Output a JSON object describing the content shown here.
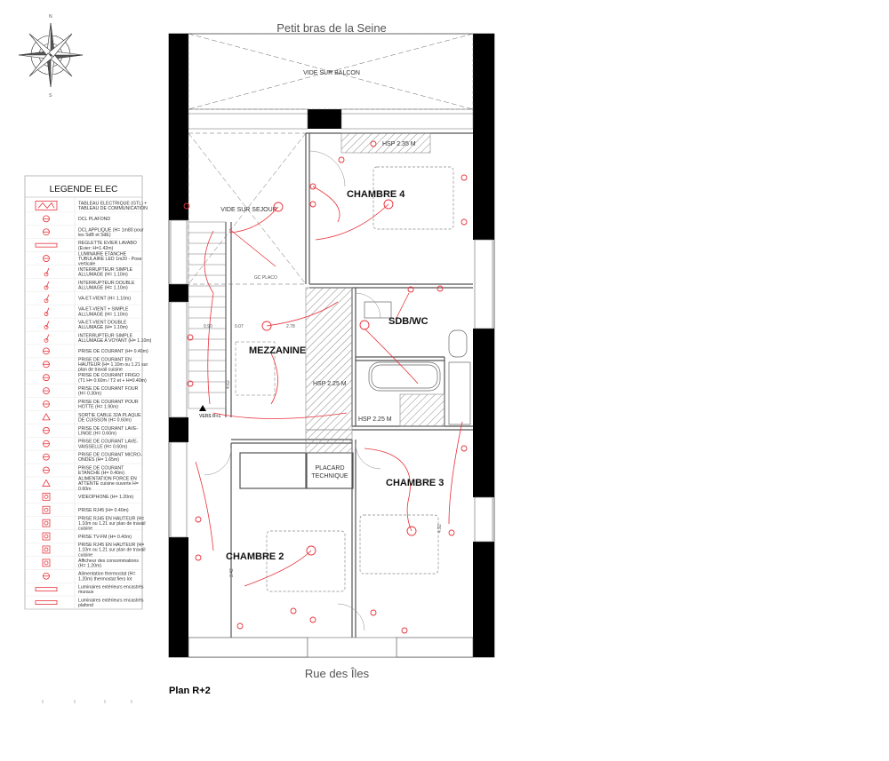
{
  "streets": {
    "top": "Petit bras de la Seine",
    "bottom": "Rue des Îles"
  },
  "plan_title": "Plan R+2",
  "rooms": {
    "vide_balcon": "VIDE SUR BALCON",
    "vide_sejour": "VIDE SUR SEJOUR",
    "chambre4": "CHAMBRE 4",
    "mezzanine": "MEZZANINE",
    "sdb": "SDB/WC",
    "chambre3": "CHAMBRE 3",
    "chambre2": "CHAMBRE 2",
    "placard": "PLACARD",
    "technique": "TECHNIQUE",
    "vers_r1": "VERS R+1",
    "hsp1": "HSP 2.35 M",
    "hsp2": "HSP 2.25 M",
    "hsp3": "HSP 2.25 M",
    "gc_placo": "GC PLACO"
  },
  "dimensions": [
    "0.90",
    "0.07",
    "2.78",
    "4.62",
    "4.92",
    "3.42"
  ],
  "legend": {
    "title": "LEGENDE ELEC",
    "items": [
      {
        "symbol": "panel",
        "text": [
          "TABLEAU ELECTRIQUE (GTL) +",
          "TABLEAU DE COMMUNICATION"
        ]
      },
      {
        "symbol": "dcl",
        "text": [
          "DCL PLAFOND"
        ]
      },
      {
        "symbol": "dcl-applique",
        "text": [
          "DCL APPLIQUE (H= 1m80 pour",
          "les SdB et SdE)"
        ]
      },
      {
        "symbol": "reglette",
        "text": [
          "REGLETTE EVIER LAVABO",
          "(Evier: H=1.42m)"
        ]
      },
      {
        "symbol": "luminaire",
        "text": [
          "LUMINAIRE ETANCHE",
          "TUBULAIRE LED 1m20 - Pose",
          "verticale"
        ]
      },
      {
        "symbol": "switch",
        "text": [
          "INTERRUPTEUR SIMPLE",
          "ALLUMAGE (H= 1.10m)"
        ]
      },
      {
        "symbol": "switch-double",
        "text": [
          "INTERRUPTEUR DOUBLE",
          "ALLUMAGE (H= 1.10m)"
        ]
      },
      {
        "symbol": "va-et-vient",
        "text": [
          "VA-ET-VIENT (H= 1.10m)"
        ]
      },
      {
        "symbol": "vv-simple",
        "text": [
          "VA-ET-VIENT + SIMPLE",
          "ALLUMAGE (H= 1.10m)"
        ]
      },
      {
        "symbol": "vv-double",
        "text": [
          "VA-ET-VIENT DOUBLE",
          "ALLUMAGE (H= 1.10m)"
        ]
      },
      {
        "symbol": "voyant",
        "text": [
          "INTERRUPTEUR SIMPLE",
          "ALLUMAGE A VOYANT (H= 1.10m)"
        ]
      },
      {
        "symbol": "prise",
        "text": [
          "PRISE DE COURANT (H= 0.40m)"
        ]
      },
      {
        "symbol": "prise-haut",
        "text": [
          "PRISE DE COURANT EN",
          "HAUTEUR (H= 1.10m ou 1.21 sur",
          "plan de travail cuisine"
        ]
      },
      {
        "symbol": "prise-frigo",
        "text": [
          "PRISE DE COURANT FRIGO",
          "(T1 H= 0.60m / T2 et + H=0.40m)"
        ]
      },
      {
        "symbol": "prise-four",
        "text": [
          "PRISE DE COURANT FOUR",
          "(H= 0.30m)"
        ]
      },
      {
        "symbol": "prise-hotte",
        "text": [
          "PRISE DE COURANT POUR",
          "HOTTE (H= 1.90m)"
        ]
      },
      {
        "symbol": "cable",
        "text": [
          "SORTIE CABLE 32A PLAQUE",
          "DE CUISSON (H= 0.60m)"
        ]
      },
      {
        "symbol": "lave-linge",
        "text": [
          "PRISE DE COURANT LAVE-",
          "LINGE (H= 0.60m)"
        ]
      },
      {
        "symbol": "lave-vaisselle",
        "text": [
          "PRISE DE COURANT LAVE-",
          "VAISSELLE (H= 0.60m)"
        ]
      },
      {
        "symbol": "micro-ondes",
        "text": [
          "PRISE DE COURANT MICRO-",
          "ONDES (H= 1.65m)"
        ]
      },
      {
        "symbol": "etanche",
        "text": [
          "PRISE DE COURANT",
          "ETANCHE (H= 0.40m)"
        ]
      },
      {
        "symbol": "attente",
        "text": [
          "ALIMENTATION FORCE EN",
          "ATTENTE cuisine ouverte H=",
          "0.60m"
        ]
      },
      {
        "symbol": "video",
        "text": [
          "VIDEOPHONE (H= 1.20m)"
        ]
      },
      {
        "symbol": "rj45",
        "text": [
          "PRISE RJ45 (H= 0.40m)"
        ]
      },
      {
        "symbol": "rj45-haut",
        "text": [
          "PRISE RJ45 EN HAUTEUR (H=",
          "1.10m ou 1.21 sur plan de travail",
          "cuisine"
        ]
      },
      {
        "symbol": "tv",
        "text": [
          "PRISE TV-FM (H= 0.40m)"
        ]
      },
      {
        "symbol": "tv-haut",
        "text": [
          "PRISE RJ45 EN HAUTEUR (H=",
          "1.10m ou 1.21 sur plan de travail",
          "cuisine"
        ]
      },
      {
        "symbol": "afficheur",
        "text": [
          "Afficheur des consommations",
          "(H= 1.20m)"
        ]
      },
      {
        "symbol": "thermostat",
        "text": [
          "Alimentation thermostat (H=",
          "1.20m) thermostat fiers lot"
        ]
      },
      {
        "symbol": "lum-mur",
        "text": [
          "Luminaires extérieurs encastrés",
          "muraux"
        ]
      },
      {
        "symbol": "lum-plafond",
        "text": [
          "Luminaires extérieurs encastrés",
          "plafond"
        ]
      }
    ]
  },
  "compass": {
    "north": "N",
    "south": "S"
  },
  "colors": {
    "wall": "#000000",
    "electric": "#e8323a",
    "hatch": "#888888",
    "line": "#666666"
  }
}
